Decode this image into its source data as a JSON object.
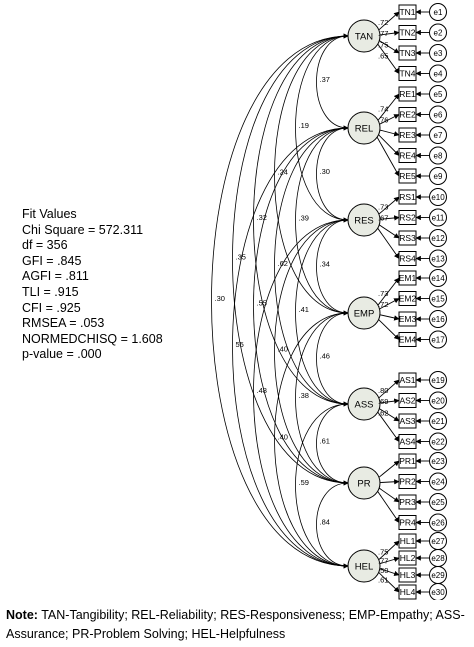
{
  "fit_values": {
    "title": "Fit Values",
    "lines": [
      "Chi Square = 572.311",
      "df = 356",
      "GFI = .845",
      "AGFI = .811",
      "TLI = .915",
      "CFI = .925",
      "RMSEA = .053",
      "NORMEDCHISQ = 1.608",
      "p-value = .000"
    ]
  },
  "note": {
    "label": "Note:",
    "text": "TAN-Tangibility; REL-Reliability; RES-Responsiveness; EMP-Empathy; ASS-Assurance; PR-Problem Solving; HEL-Helpfulness"
  },
  "factors": [
    {
      "name": "TAN",
      "items": [
        "TN1",
        "TN2",
        "TN3",
        "TN4"
      ],
      "errors": [
        "e1",
        "e2",
        "e3",
        "e4"
      ],
      "loadings": [
        ".72",
        ".77",
        ".75",
        ".65"
      ]
    },
    {
      "name": "REL",
      "items": [
        "RE1",
        "RE2",
        "RE3",
        "RE4",
        "RE5"
      ],
      "errors": [
        "e5",
        "e6",
        "e7",
        "e8",
        "e9"
      ],
      "loadings": [
        ".74",
        ".76",
        "",
        "",
        ""
      ]
    },
    {
      "name": "RES",
      "items": [
        "RS1",
        "RS2",
        "RS3",
        "RS4"
      ],
      "errors": [
        "e10",
        "e11",
        "e12",
        "e13"
      ],
      "loadings": [
        ".73",
        ".67",
        "",
        ""
      ]
    },
    {
      "name": "EMP",
      "items": [
        "EM1",
        "EM2",
        "EM3",
        "EM4"
      ],
      "errors": [
        "e14",
        "e15",
        "e16",
        "e17"
      ],
      "loadings": [
        ".73",
        ".72",
        "",
        ""
      ]
    },
    {
      "name": "ASS",
      "items": [
        "AS1",
        "AS2",
        "AS3",
        "AS4"
      ],
      "errors": [
        "e19",
        "e20",
        "e21",
        "e22"
      ],
      "loadings": [
        ".80",
        ".69",
        ".62",
        ""
      ]
    },
    {
      "name": "PR",
      "items": [
        "PR1",
        "PR2",
        "PR3",
        "PR4"
      ],
      "errors": [
        "e23",
        "e24",
        "e25",
        "e26"
      ],
      "loadings": [
        "",
        "",
        "",
        ""
      ]
    },
    {
      "name": "HEL",
      "items": [
        "HL1",
        "HL2",
        "HL3",
        "HL4"
      ],
      "errors": [
        "e27",
        "e28",
        "e29",
        "e30"
      ],
      "loadings": [
        ".75",
        ".77",
        ".50",
        ".61"
      ]
    }
  ],
  "correlations": [
    {
      "from": "TAN",
      "to": "REL",
      "value": ".37"
    },
    {
      "from": "TAN",
      "to": "RES",
      "value": ".19"
    },
    {
      "from": "TAN",
      "to": "EMP",
      "value": ".24"
    },
    {
      "from": "TAN",
      "to": "ASS",
      "value": ".32"
    },
    {
      "from": "TAN",
      "to": "PR",
      "value": ".35"
    },
    {
      "from": "TAN",
      "to": "HEL",
      "value": ".30"
    },
    {
      "from": "REL",
      "to": "RES",
      "value": ".30"
    },
    {
      "from": "REL",
      "to": "EMP",
      "value": ".39"
    },
    {
      "from": "REL",
      "to": "ASS",
      "value": ".62"
    },
    {
      "from": "REL",
      "to": "PR",
      "value": ".55"
    },
    {
      "from": "REL",
      "to": "HEL",
      "value": "55"
    },
    {
      "from": "RES",
      "to": "EMP",
      "value": ".34"
    },
    {
      "from": "RES",
      "to": "ASS",
      "value": ".41"
    },
    {
      "from": "RES",
      "to": "PR",
      "value": ".40"
    },
    {
      "from": "RES",
      "to": "HEL",
      "value": ".48"
    },
    {
      "from": "EMP",
      "to": "ASS",
      "value": ".46"
    },
    {
      "from": "EMP",
      "to": "PR",
      "value": ".38"
    },
    {
      "from": "EMP",
      "to": "HEL",
      "value": ".40"
    },
    {
      "from": "ASS",
      "to": "PR",
      "value": ".61"
    },
    {
      "from": "ASS",
      "to": "HEL",
      "value": ".59"
    },
    {
      "from": "PR",
      "to": "HEL",
      "value": ".84"
    }
  ],
  "colors": {
    "node_fill": "#e8ebe3",
    "line": "#000000",
    "background": "#ffffff"
  }
}
